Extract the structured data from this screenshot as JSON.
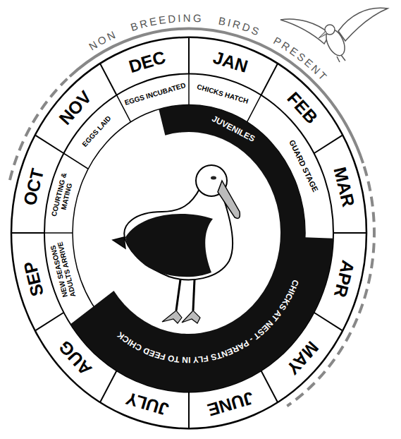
{
  "diagram": {
    "labels": [
      "NON BREEDING BIRDS PRESENT",
      "JAN",
      "FEB",
      "MAR",
      "APR",
      "MAY",
      "JUNE",
      "JULY",
      "AUG",
      "SEP",
      "OCT",
      "NOV",
      "DEC",
      "EGGS LAID",
      "EGGS INCUBATED",
      "CHICKS HATCH",
      "JUVENILES",
      "GUARD STAGE",
      "CHICKS AT NEST - PARENTS FLY IN TO FEED CHICK",
      "NEW SEASONS ADULTS ARRIVE",
      "COURTING & MATING"
    ]
  }
}
